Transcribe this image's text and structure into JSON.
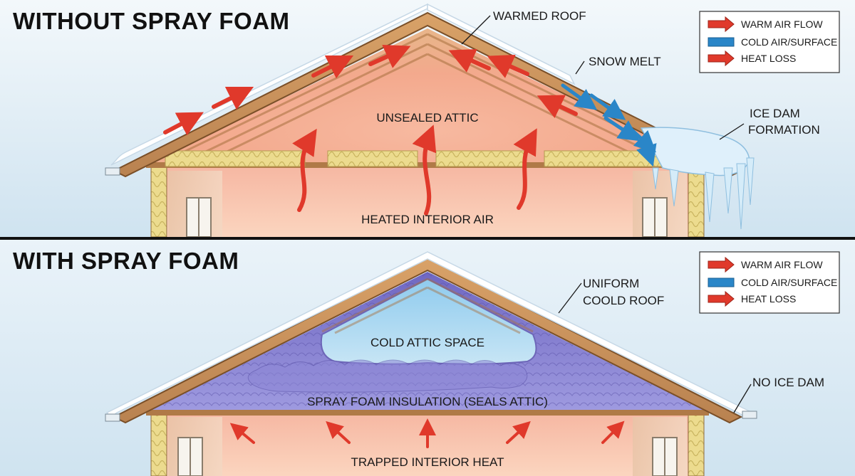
{
  "panels": [
    {
      "title": "WITHOUT SPRAY FOAM",
      "labels": {
        "warmed_roof": "WARMED ROOF",
        "snow_melt": "SNOW MELT",
        "ice_dam_line1": "ICE DAM",
        "ice_dam_line2": "FORMATION",
        "attic": "UNSEALED ATTIC",
        "interior": "HEATED INTERIOR AIR"
      }
    },
    {
      "title": "WITH SPRAY FOAM",
      "labels": {
        "roof_line1": "UNIFORM",
        "roof_line2": "COOLD ROOF",
        "attic": "COLD ATTIC SPACE",
        "foam": "SPRAY FOAM INSULATION (SEALS ATTIC)",
        "no_ice_dam": "NO ICE DAM",
        "interior": "TRAPPED INTERIOR HEAT"
      }
    }
  ],
  "legend": {
    "items": [
      {
        "label": "WARM AIR FLOW",
        "icon": "red-arrow-icon"
      },
      {
        "label": "COLD AIR/SURFACE",
        "icon": "blue-bar-icon"
      },
      {
        "label": "HEAT LOSS",
        "icon": "red-arrow-icon"
      }
    ]
  },
  "colors": {
    "warm": "#e0392b",
    "cold": "#2a86c8",
    "roof": "#c9925a",
    "foam": "#7a72c4",
    "sky": "#dcebf4",
    "insulation": "#e9d78a"
  }
}
